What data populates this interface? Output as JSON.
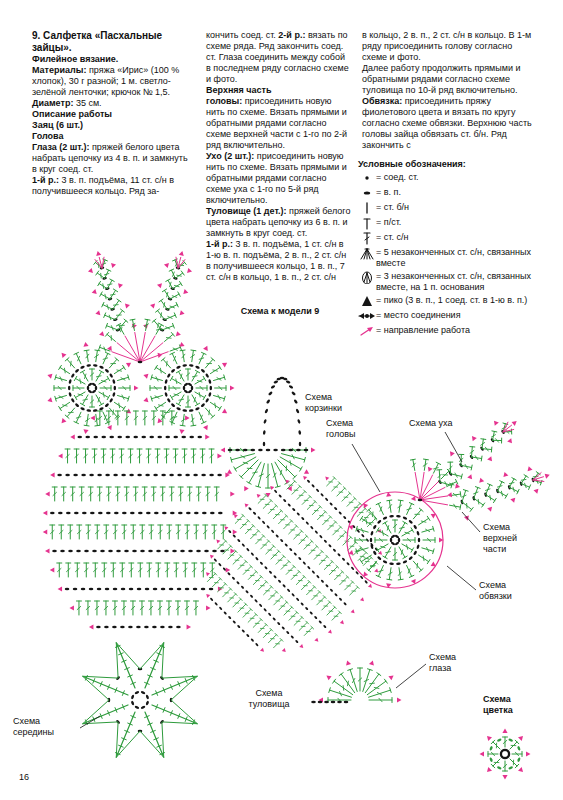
{
  "diagram": {
    "title": "9. Салфетка «Пасхальные зайцы».",
    "labels": [
      "Филейное вязание.",
      "Материалы:",
      "пряжа «Ирис» (100 % хлопок), 30 г разной; 1 м. светло-зелёной ленточки; крючок № 1,5.",
      "Диаметр:",
      "35 см.",
      "Описание работы",
      "Заяц (6 шт.)",
      "Голова",
      "Глаза (2 шт.):",
      "пряжей белого цвета набрать цепочку из 4 в. п. и замкнуть в круг соед. ст.",
      "1-й р.:",
      "3 в. п. подъёма, 11 ст. с/н в получившееся кольцо. Ряд за-",
      "кончить соед. ст.",
      "2-й р.:",
      "вязать по схеме ряда. Ряд закончить соед. ст. Глаза соединить между собой в последнем ряду согласно схеме и фото.",
      "Верхняя часть головы:",
      "присоединить новую нить по схеме. Вязать прямыми и обратными рядами согласно схеме верхней части с 1-го по 2-й ряд включительно.",
      "Ухо (2 шт.):",
      "присоединить новую нить по схеме. Вязать прямыми и обратными рядами согласно схеме уха с 1-го по 5-й ряд включительно.",
      "Туловище (1 дет.):",
      "пряжей белого цвета набрать цепочку из 6 в. п. и замкнуть в круг соед. ст.",
      "1-й р.:",
      "3 в. п. подъёма, 1 ст. с/н в 1-ю в. п. подъёма, 2 в. п., 2 ст. с/н в получившееся кольцо, 1 в. п., 7 ст. с/н в кольцо, 1 в. п., 2 ст. с/н",
      "в кольцо, 2 в. п., 2 ст. с/н в кольцо. В 1-м ряду присоединить голову согласно схеме и фото.",
      "Далее работу продолжить прямыми и обратными рядами согласно схеме туловища по 10-й ряд включительно.",
      "Обвязка:",
      "присоединить пряжу фиолетового цвета и вязать по кругу согласно схеме обвязки. Верхнюю часть головы зайца обвязать ст. б/н. Ряд закончить с",
      "Условные обозначения:",
      "Схема к модели 9",
      "Схема корзинки",
      "Схема головы",
      "Схема уха",
      "Схема верхней части",
      "Схема обвязки",
      "Схема глаза",
      "Схема цветка",
      "Схема туловища",
      "Схема середины",
      "16"
    ],
    "legend": [
      {
        "text": "= соед. ст."
      },
      {
        "text": "= в. п."
      },
      {
        "text": "= ст. б/н"
      },
      {
        "text": "= п/ст."
      },
      {
        "text": "= ст. с/н"
      },
      {
        "text": "= 5 незаконченных ст. с/н, связанных вместе"
      },
      {
        "text": "= 3 незаконченных ст. с/н, связанных вместе, на 1 п. основания"
      },
      {
        "text": "= пико (3 в. п., 1 соед. ст. в 1-ю в. п.)"
      },
      {
        "text": "= место соединения"
      },
      {
        "text": "= направление работа"
      }
    ]
  }
}
